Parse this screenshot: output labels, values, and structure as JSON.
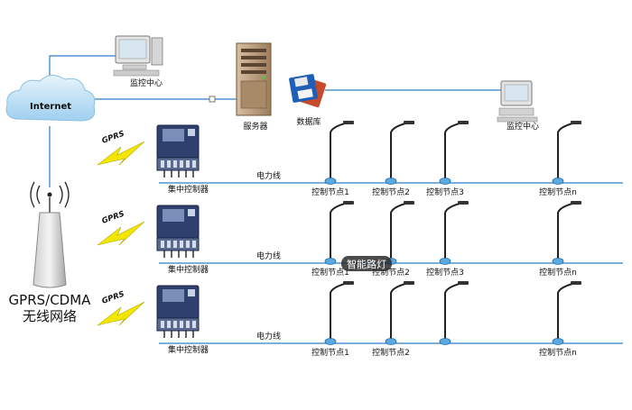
{
  "internet": {
    "label": "Internet"
  },
  "monitor_top": {
    "label": "监控中心"
  },
  "server": {
    "label": "服务器"
  },
  "database": {
    "label": "数据库"
  },
  "monitor_right": {
    "label": "监控中心"
  },
  "network": {
    "line1": "GPRS/CDMA",
    "line2": "无线网络"
  },
  "watermark": "智能路灯",
  "rows": [
    {
      "gprs": "GPRS",
      "controller": "集中控制器",
      "powerline": "电力线",
      "nodes": [
        "控制节点1",
        "控制节点2",
        "控制节点3",
        "控制节点n"
      ]
    },
    {
      "gprs": "GPRS",
      "controller": "集中控制器",
      "powerline": "电力线",
      "nodes": [
        "控制节点1",
        "控制节点2",
        "控制节点3",
        "控制节点n"
      ]
    },
    {
      "gprs": "GPRS",
      "controller": "集中控制器",
      "powerline": "电力线",
      "nodes": [
        "控制节点1",
        "控制节点2",
        "",
        "控制节点n"
      ]
    }
  ],
  "colors": {
    "link": "#2a7fc9",
    "cloud": "#bfe0f5",
    "bolt": "#f2e600",
    "controller": "#2f3f6e",
    "server": "#b89a78",
    "node": "#5aa9e0",
    "pole": "#222222"
  }
}
